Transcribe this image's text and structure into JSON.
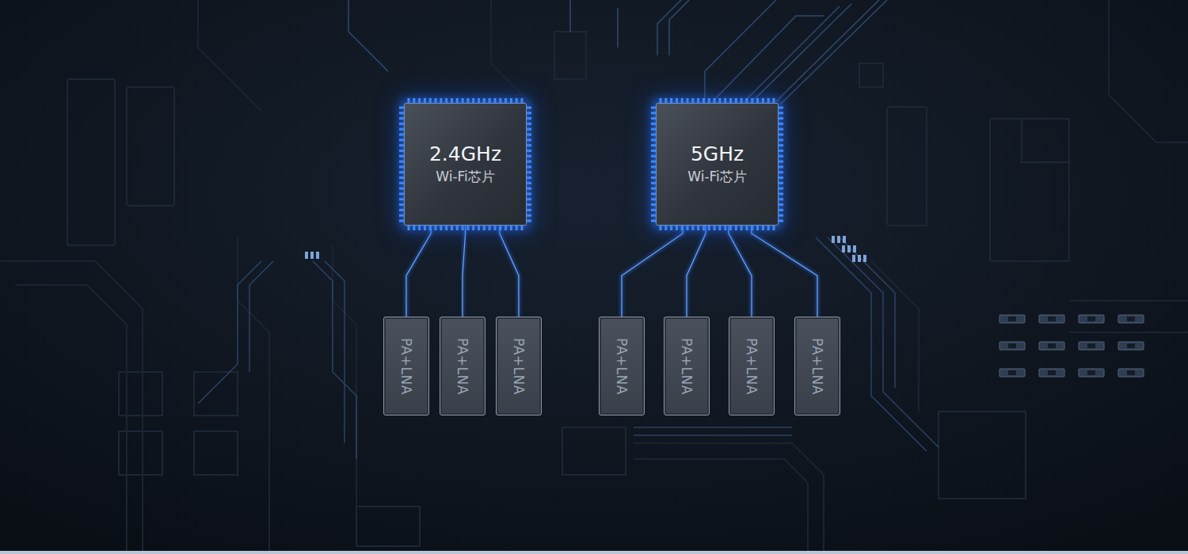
{
  "diagram": {
    "nodes": [
      {
        "text": [
          "2.4GHz",
          "Wi-Fi芯片"
        ]
      },
      {
        "text": [
          "5GHz",
          "Wi-Fi芯片"
        ]
      },
      {
        "text": [
          "PA+LNA"
        ]
      },
      {
        "text": [
          "PA+LNA"
        ]
      },
      {
        "text": [
          "PA+LNA"
        ]
      },
      {
        "text": [
          "PA+LNA"
        ]
      },
      {
        "text": [
          "PA+LNA"
        ]
      },
      {
        "text": [
          "PA+LNA"
        ]
      },
      {
        "text": [
          "PA+LNA"
        ]
      }
    ],
    "edges": [
      {
        "from": 0,
        "to": 2,
        "arrow": "none"
      },
      {
        "from": 0,
        "to": 3,
        "arrow": "none"
      },
      {
        "from": 0,
        "to": 4,
        "arrow": "none"
      },
      {
        "from": 1,
        "to": 5,
        "arrow": "none"
      },
      {
        "from": 1,
        "to": 6,
        "arrow": "none"
      },
      {
        "from": 1,
        "to": 7,
        "arrow": "none"
      },
      {
        "from": 1,
        "to": 8,
        "arrow": "none"
      }
    ]
  }
}
